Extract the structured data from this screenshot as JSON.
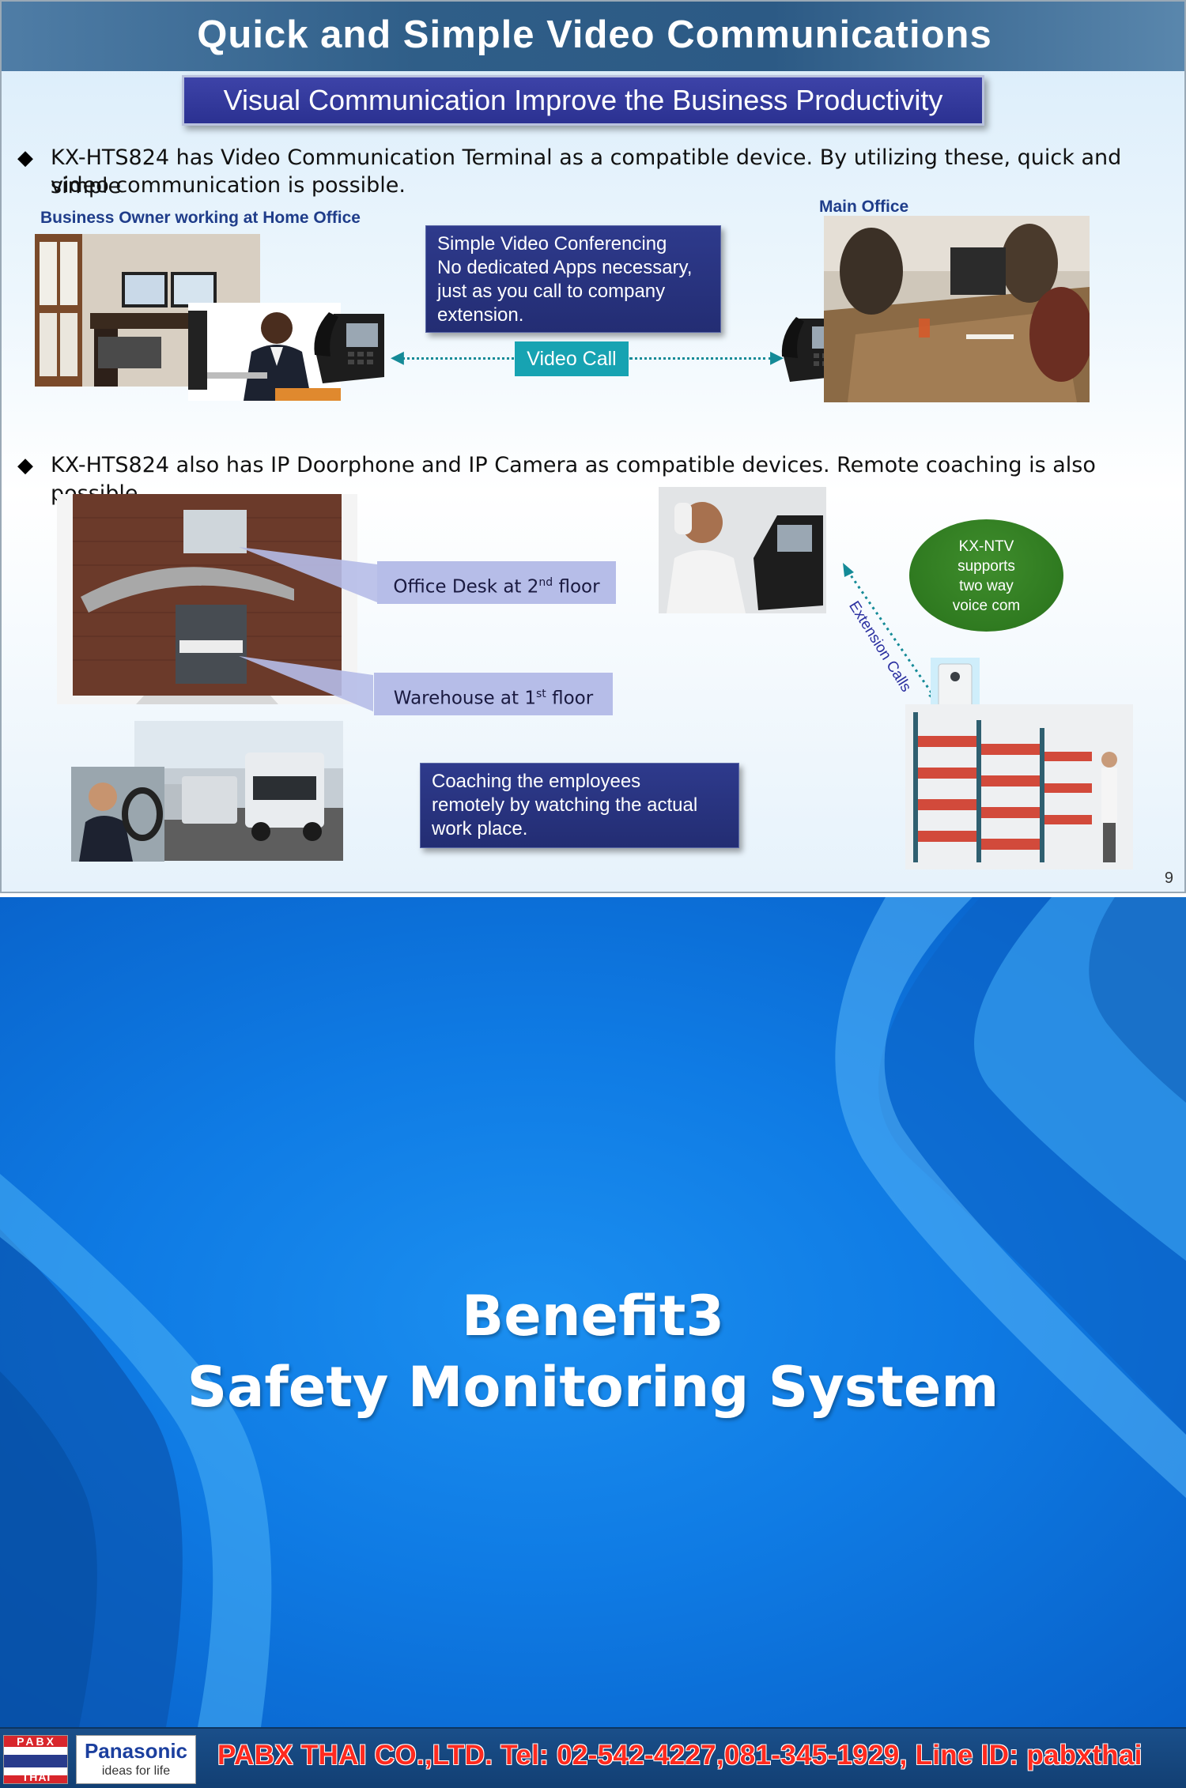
{
  "slide1": {
    "title": "Quick and Simple Video Communications",
    "subtitle": "Visual Communication Improve the Business Productivity",
    "bullet1_line1": "KX-HTS824 has Video Communication Terminal as a compatible device. By utilizing these, quick and simple",
    "bullet1_line2": "video communication is possible.",
    "home_office_label": "Business Owner working at Home Office",
    "main_office_label": "Main Office",
    "conferencing_box": "Simple Video Conferencing\nNo dedicated Apps necessary,\njust as you call to company\nextension.",
    "video_call_label": "Video Call",
    "bullet2": "KX-HTS824 also has IP Doorphone and IP Camera as compatible devices. Remote coaching is also possible.",
    "office_desk_label_pre": "Office Desk at 2",
    "office_desk_label_sup": "nd",
    "office_desk_label_post": " floor",
    "warehouse_label_pre": "Warehouse at 1",
    "warehouse_label_sup": "st",
    "warehouse_label_post": " floor",
    "kxntv_oval": "KX-NTV\nsupports\ntwo way\nvoice com",
    "extension_calls_label": "Extension Calls",
    "coaching_box": "Coaching the employees\nremotely by watching the actual\nwork place.",
    "page_number": "9"
  },
  "slide2": {
    "title_line1": "Benefit3",
    "title_line2": "Safety Monitoring System"
  },
  "footer": {
    "pabx_logo_top": "PABX",
    "pabx_logo_bottom": "THAI",
    "panasonic_brand": "Panasonic",
    "panasonic_tagline": "ideas for life",
    "contact": "PABX THAI CO.,LTD. Tel: 02-542-4227,081-345-1929, Line ID: pabxthai"
  },
  "colors": {
    "title_bar": "#2f5e88",
    "subtitle_box": "#2b3191",
    "teal": "#17a3b2",
    "callout": "#b6bde8",
    "oval_green": "#2f7a20",
    "slide2_blue": "#0f7be4",
    "footer_text_red": "#ff2a1f"
  }
}
